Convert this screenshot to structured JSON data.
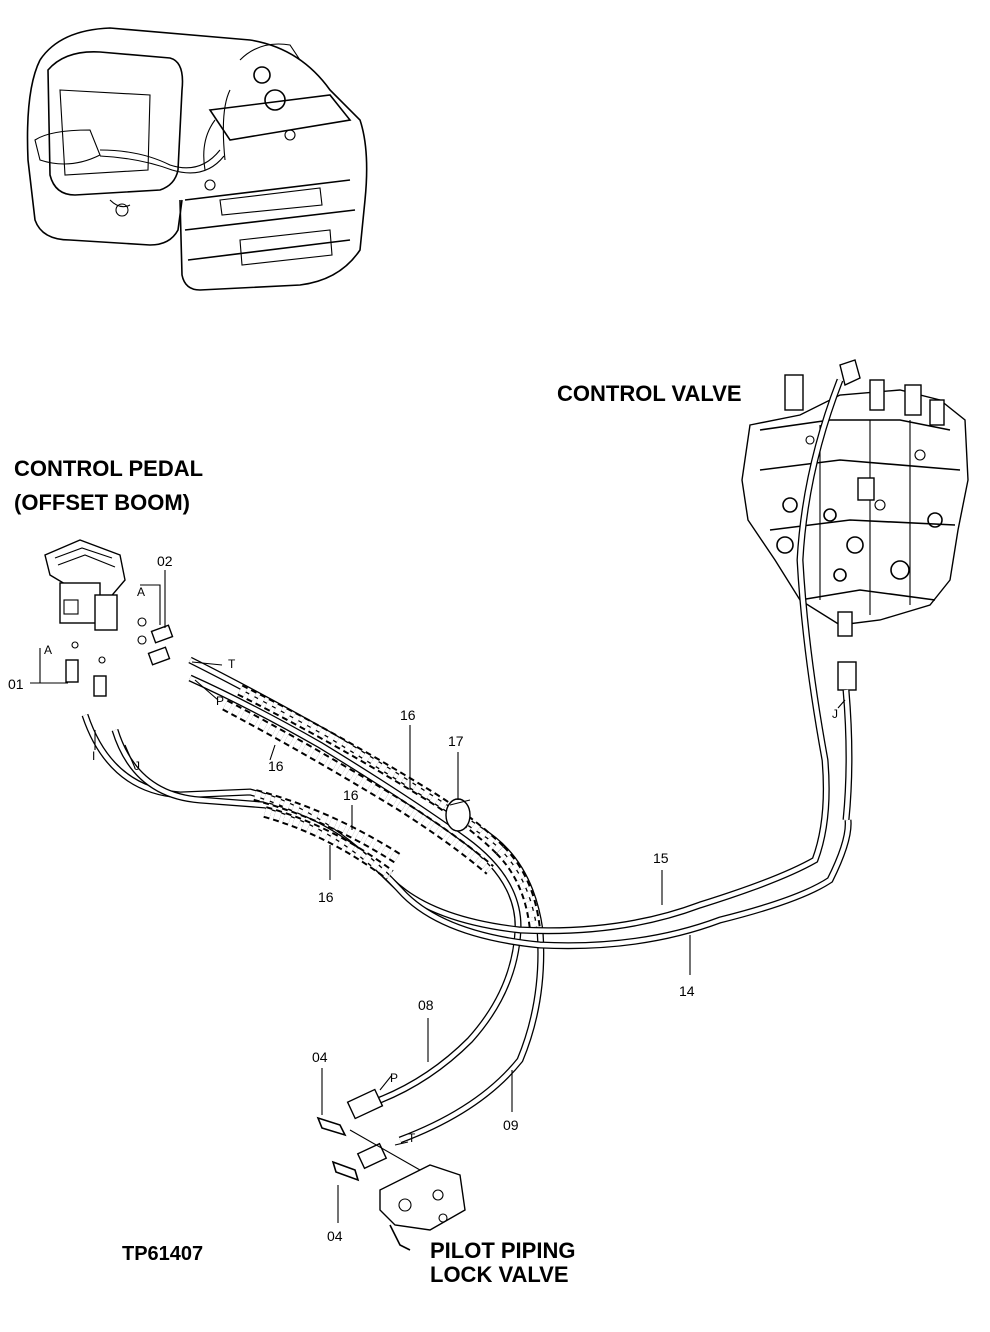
{
  "title_labels": {
    "control_valve": "CONTROL VALVE",
    "control_pedal_line1": "CONTROL PEDAL",
    "control_pedal_line2": "(OFFSET  BOOM)",
    "pilot_line1": "PILOT PIPING",
    "pilot_line2": "LOCK VALVE",
    "figure_code": "TP61407"
  },
  "part_numbers": {
    "p01": "01",
    "p02": "02",
    "p04_upper": "04",
    "p04_lower": "04",
    "p08": "08",
    "p09": "09",
    "p14": "14",
    "p15": "15",
    "p16_a": "16",
    "p16_b": "16",
    "p16_c": "16",
    "p16_d": "16",
    "p17": "17"
  },
  "port_letters": {
    "a_upper": "A",
    "a_left": "A",
    "t_pedal": "T",
    "p_pedal": "P",
    "i_pedal": "I",
    "j_pedal": "J",
    "j_valve": "J",
    "p_lock": "P",
    "t_lock": "T"
  }
}
